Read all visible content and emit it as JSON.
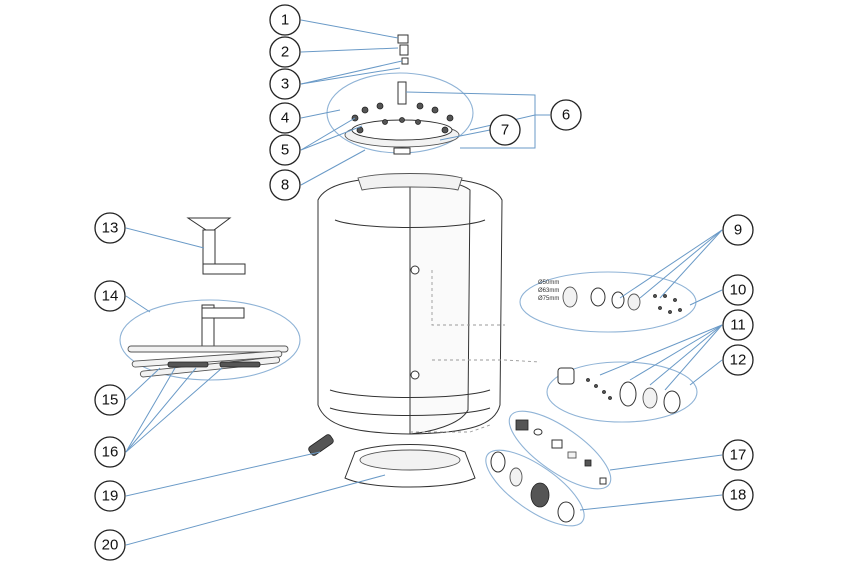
{
  "diagram": {
    "callouts": [
      "1",
      "2",
      "3",
      "4",
      "5",
      "6",
      "7",
      "8",
      "9",
      "10",
      "11",
      "12",
      "13",
      "14",
      "15",
      "16",
      "17",
      "18",
      "19",
      "20"
    ],
    "small_labels": [
      "Ø50mm",
      "Ø63mm",
      "Ø75mm"
    ],
    "colors": {
      "leader": "#6a9ac7",
      "group_ellipse": "#8fb3d6",
      "outline": "#333333"
    }
  }
}
